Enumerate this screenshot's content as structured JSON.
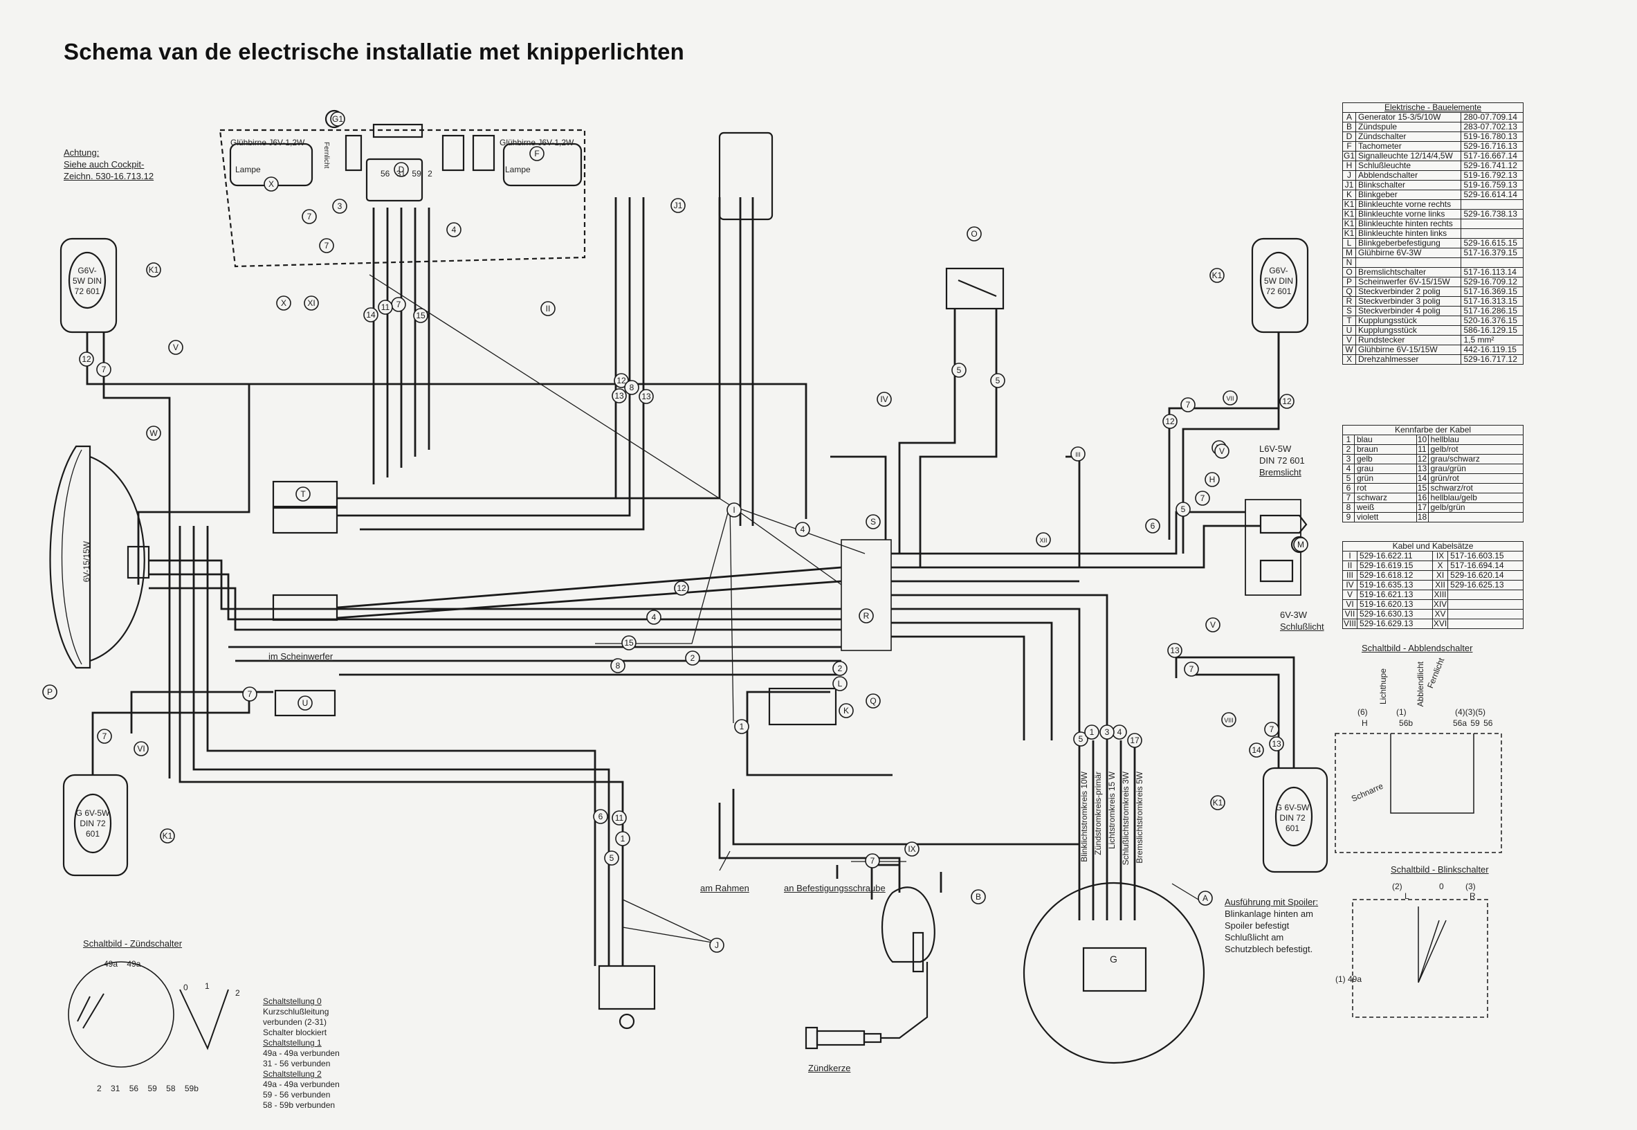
{
  "title": "Schema van de electrische installatie met knipperlichten",
  "note_achtung": [
    "Achtung:",
    "Siehe auch Cockpit-",
    "Zeichn. 530-16.713.12"
  ],
  "cockpit": {
    "lamp_left": "Glühbirne J6V-1,2W",
    "lamp_right": "Glühbirne J6V-1,2W",
    "lampe": "Lampe",
    "fernlicht": "Fernlicht",
    "terminals": [
      "56",
      "31",
      "59",
      "2"
    ]
  },
  "callouts": {
    "am_rahmen": "am Rahmen",
    "an_befestigungsschraube": "an Befestigungsschraube",
    "im_scheinwerfer": "im Scheinwerfer",
    "zuendkerze": "Zündkerze",
    "bremslicht": [
      "L6V-5W",
      "DIN 72 601",
      "Bremslicht"
    ],
    "schlusslicht": [
      "6V-3W",
      "Schlußlicht"
    ],
    "spoiler": [
      "Ausführung mit Spoiler:",
      "Blinkanlage hinten am",
      "Spoiler befestigt",
      "Schlußlicht am",
      "Schutzblech befestigt."
    ],
    "headlamp": "6V-15/15W",
    "blinker_front": "G6V-5W DIN 72 601",
    "blinker_rear": "G 6V-5W DIN 72 601",
    "generator_circuits": [
      "Blinklichtstromkreis 10W",
      "Zündstromkreis-primär",
      "Lichtstromkreis 15 W",
      "Schlußlichtstromkreis 3W",
      "Bremslichtstromkreis 5W"
    ],
    "generator_symbol": "G"
  },
  "parts_table": {
    "title": "Elektrische - Bauelemente",
    "rows": [
      [
        "A",
        "Generator 15-3/5/10W",
        "280-07.709.14"
      ],
      [
        "B",
        "Zündspule",
        "283-07.702.13"
      ],
      [
        "D",
        "Zündschalter",
        "519-16.780.13"
      ],
      [
        "F",
        "Tachometer",
        "529-16.716.13"
      ],
      [
        "G1",
        "Signalleuchte 12/14/4,5W",
        "517-16.667.14"
      ],
      [
        "H",
        "Schlußleuchte",
        "529-16.741.12"
      ],
      [
        "J",
        "Abblendschalter",
        "519-16.792.13"
      ],
      [
        "J1",
        "Blinkschalter",
        "519-16.759.13"
      ],
      [
        "K",
        "Blinkgeber",
        "529-16.614.14"
      ],
      [
        "K1",
        "Blinkleuchte vorne rechts",
        ""
      ],
      [
        "K1",
        "Blinkleuchte vorne links",
        "529-16.738.13"
      ],
      [
        "K1",
        "Blinkleuchte hinten rechts",
        ""
      ],
      [
        "K1",
        "Blinkleuchte hinten links",
        ""
      ],
      [
        "L",
        "Blinkgeberbefestigung",
        "529-16.615.15"
      ],
      [
        "M",
        "Glühbirne 6V-3W",
        "517-16.379.15"
      ],
      [
        "N",
        "",
        ""
      ],
      [
        "O",
        "Bremslichtschalter",
        "517-16.113.14"
      ],
      [
        "P",
        "Scheinwerfer 6V-15/15W",
        "529-16.709.12"
      ],
      [
        "Q",
        "Steckverbinder 2 polig",
        "517-16.369.15"
      ],
      [
        "R",
        "Steckverbinder 3 polig",
        "517-16.313.15"
      ],
      [
        "S",
        "Steckverbinder 4 polig",
        "517-16.286.15"
      ],
      [
        "T",
        "Kupplungsstück",
        "520-16.376.15"
      ],
      [
        "U",
        "Kupplungsstück",
        "586-16.129.15"
      ],
      [
        "V",
        "Rundstecker",
        "1,5 mm²"
      ],
      [
        "W",
        "Glühbirne 6V-15/15W",
        "442-16.119.15"
      ],
      [
        "X",
        "Drehzahlmesser",
        "529-16.717.12"
      ]
    ]
  },
  "color_table": {
    "title": "Kennfarbe der Kabel",
    "rows": [
      [
        "1",
        "blau",
        "10",
        "hellblau"
      ],
      [
        "2",
        "braun",
        "11",
        "gelb/rot"
      ],
      [
        "3",
        "gelb",
        "12",
        "grau/schwarz"
      ],
      [
        "4",
        "grau",
        "13",
        "grau/grün"
      ],
      [
        "5",
        "grün",
        "14",
        "grün/rot"
      ],
      [
        "6",
        "rot",
        "15",
        "schwarz/rot"
      ],
      [
        "7",
        "schwarz",
        "16",
        "hellblau/gelb"
      ],
      [
        "8",
        "weiß",
        "17",
        "gelb/grün"
      ],
      [
        "9",
        "violett",
        "18",
        ""
      ]
    ]
  },
  "cable_table": {
    "title": "Kabel und Kabelsätze",
    "rows": [
      [
        "I",
        "529-16.622.11",
        "IX",
        "517-16.603.15"
      ],
      [
        "II",
        "529-16.619.15",
        "X",
        "517-16.694.14"
      ],
      [
        "III",
        "529-16.618.12",
        "XI",
        "529-16.620.14"
      ],
      [
        "IV",
        "519-16.635.13",
        "XII",
        "529-16.625.13"
      ],
      [
        "V",
        "519-16.621.13",
        "XIII",
        ""
      ],
      [
        "VI",
        "519-16.620.13",
        "XIV",
        ""
      ],
      [
        "VII",
        "529-16.630.13",
        "XV",
        ""
      ],
      [
        "VIII",
        "529-16.629.13",
        "XVI",
        ""
      ]
    ]
  },
  "switch_abblend": {
    "title": "Schaltbild - Abblendschalter",
    "labels": [
      "Lichthupe",
      "Abblendlicht",
      "Fernlicht"
    ],
    "terminals": [
      "(6)",
      "H",
      "(1)",
      "56b",
      "(4)",
      "(3)",
      "(5)",
      "56a",
      "59",
      "56"
    ],
    "schnarre": "Schnarre"
  },
  "switch_blink": {
    "title": "Schaltbild - Blinkschalter",
    "terminals": [
      "(2)",
      "L",
      "0",
      "(3)",
      "R",
      "(1) 49a"
    ]
  },
  "switch_zuend": {
    "title": "Schaltbild - Zündschalter",
    "top_terminals": [
      "49a",
      "49a"
    ],
    "bottom_terminals": [
      "2",
      "31",
      "56",
      "59",
      "58",
      "59b"
    ],
    "positions": [
      "0",
      "1",
      "2"
    ],
    "states": [
      [
        "Schaltstellung 0",
        "Kurzschlußleitung",
        "verbunden (2-31)",
        "Schalter blockiert"
      ],
      [
        "Schaltstellung 1",
        "49a - 49a verbunden",
        "31 - 56 verbunden"
      ],
      [
        "Schaltstellung 2",
        "49a - 49a verbunden",
        "59 - 56 verbunden",
        "58 - 59b verbunden"
      ]
    ]
  },
  "component_labels": [
    "A",
    "B",
    "D",
    "F",
    "G1",
    "H",
    "J",
    "J1",
    "K",
    "K1",
    "L",
    "M",
    "O",
    "P",
    "Q",
    "R",
    "S",
    "T",
    "U",
    "V",
    "W",
    "X"
  ],
  "wire_numbers": [
    "1",
    "2",
    "3",
    "4",
    "5",
    "6",
    "7",
    "8",
    "11",
    "12",
    "13",
    "14",
    "15",
    "17"
  ],
  "cable_labels": [
    "I",
    "II",
    "III",
    "IV",
    "V",
    "VI",
    "VII",
    "VIII",
    "IX",
    "X",
    "XI",
    "XII"
  ]
}
